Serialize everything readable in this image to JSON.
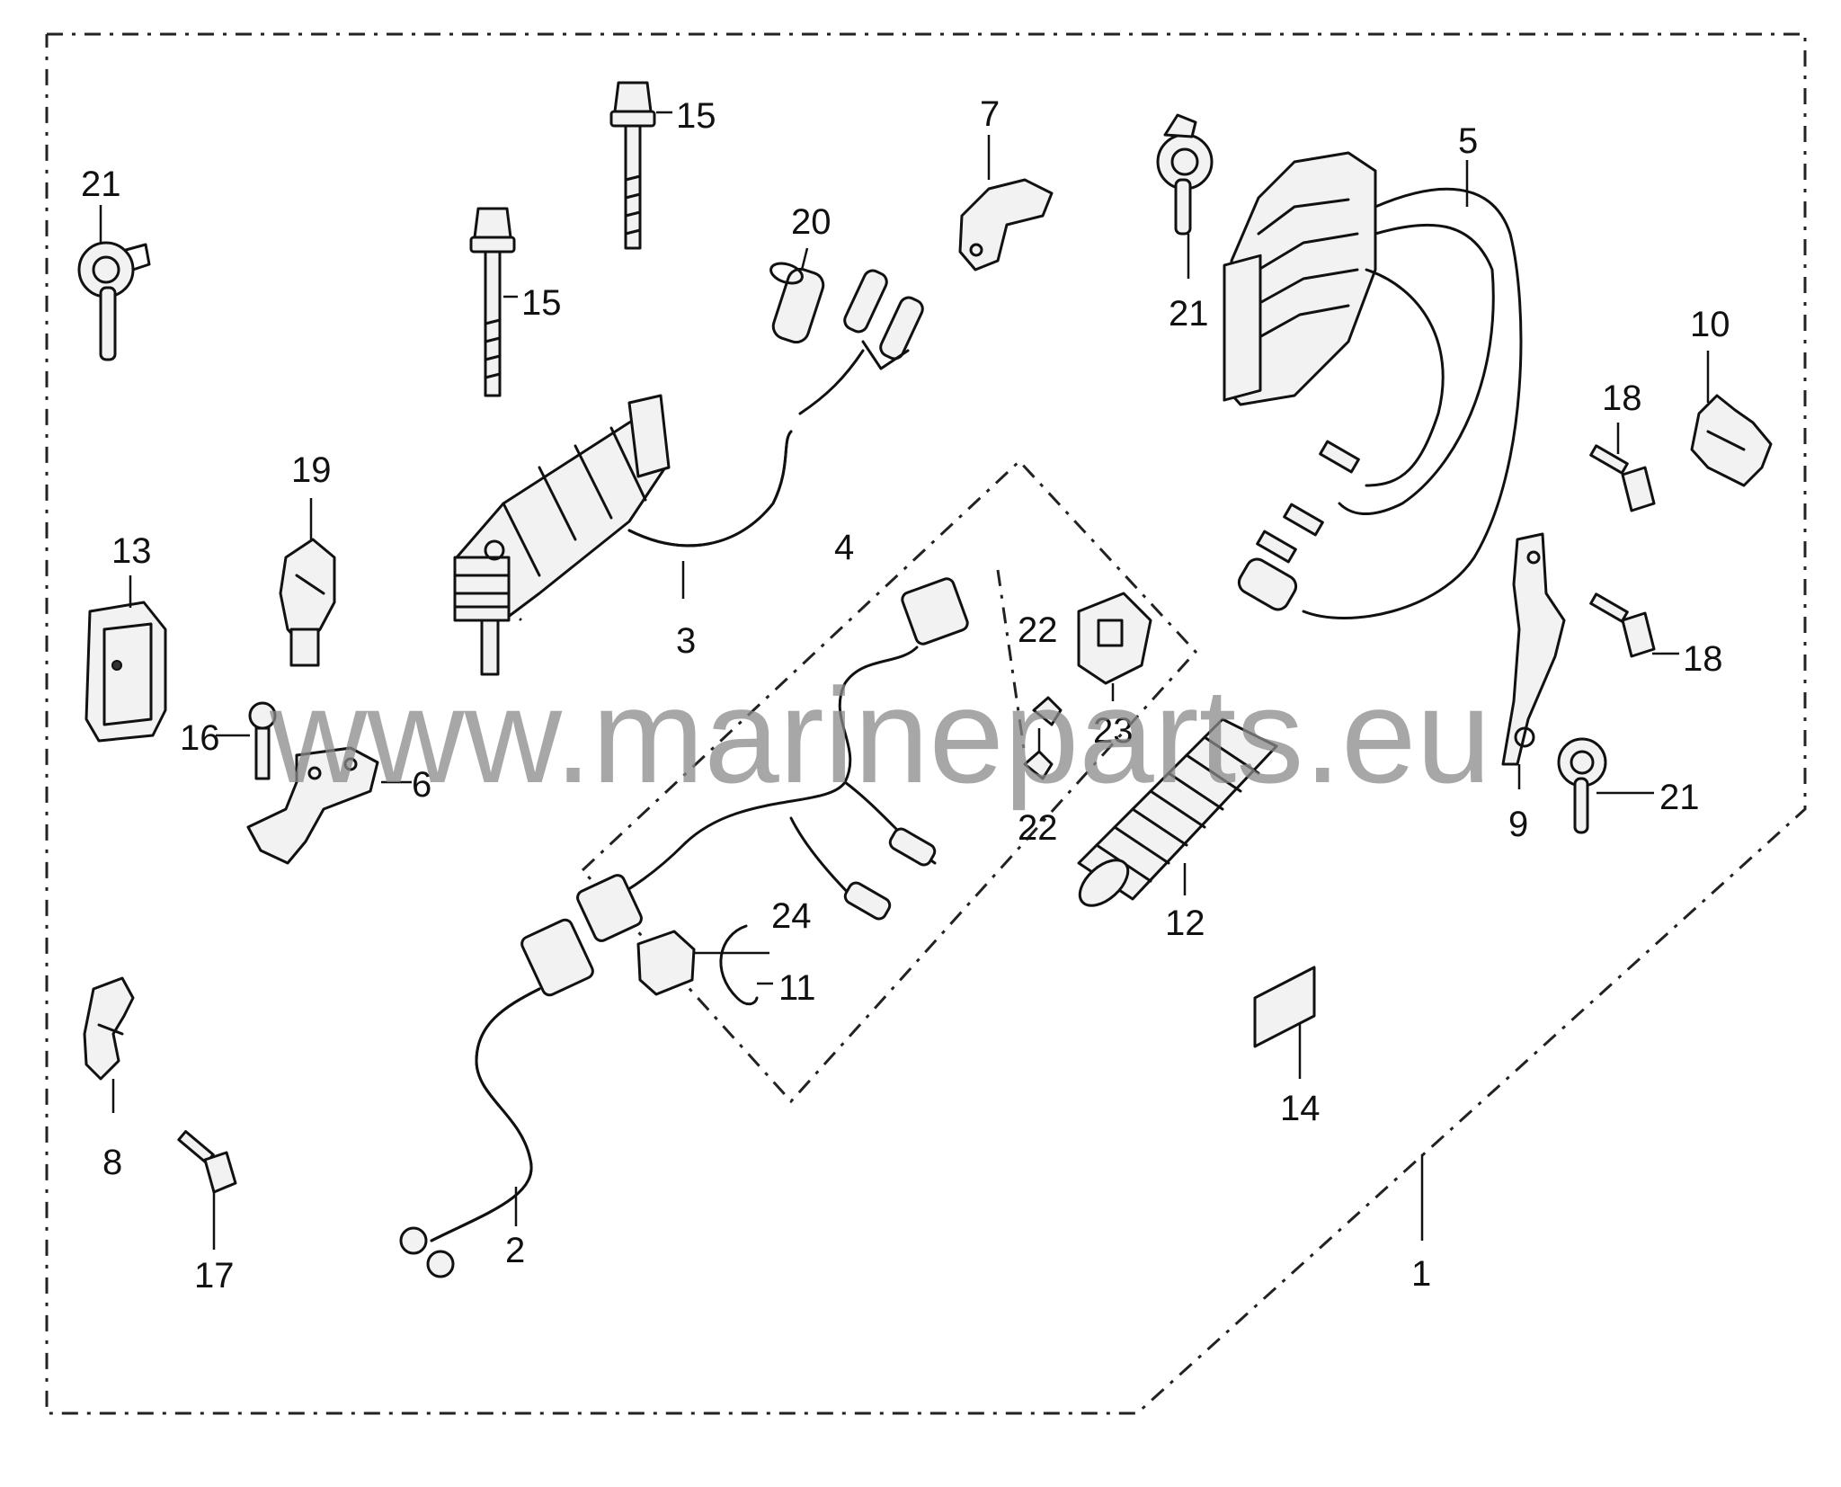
{
  "watermark": "www.marineparts.eu",
  "callouts": {
    "c1": "1",
    "c2": "2",
    "c3": "3",
    "c4": "4",
    "c5": "5",
    "c6": "6",
    "c7": "7",
    "c8": "8",
    "c9": "9",
    "c10": "10",
    "c11": "11",
    "c12": "12",
    "c13": "13",
    "c14": "14",
    "c15a": "15",
    "c15b": "15",
    "c16": "16",
    "c17": "17",
    "c18a": "18",
    "c18b": "18",
    "c19": "19",
    "c20": "20",
    "c21a": "21",
    "c21b": "21",
    "c21c": "21",
    "c22a": "22",
    "c22b": "22",
    "c23": "23",
    "c24": "24"
  }
}
